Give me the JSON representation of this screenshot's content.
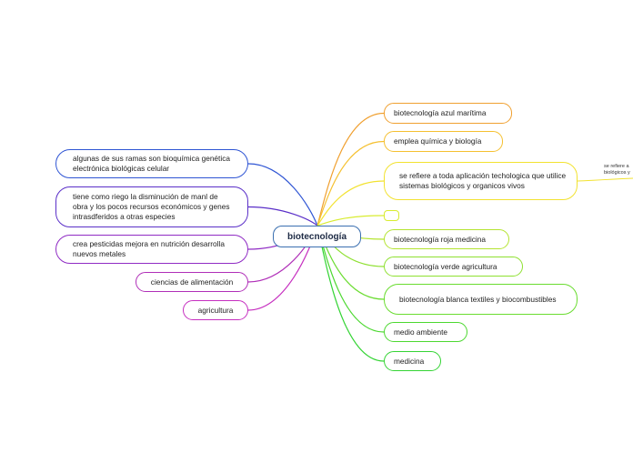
{
  "central": {
    "label": "biotecnología"
  },
  "left_branches": [
    {
      "label": "algunas de sus ramas son bioquímica genética electrónica biológicas celular",
      "color": "#2f55d4"
    },
    {
      "label": "tiene como riego la disminución de manl de obra y los pocos recursos económicos y genes intrasdferidos a otras especies",
      "color": "#5a2fc8"
    },
    {
      "label": "crea pesticidas mejora en nutrición desarrolla nuevos metales",
      "color": "#8f2bc4"
    },
    {
      "label": "ciencias de alimentación",
      "color": "#b02fb8"
    },
    {
      "label": "agricultura",
      "color": "#c62fc0"
    }
  ],
  "right_branches": [
    {
      "label": "biotecnología azul marítima",
      "color": "#f0a030"
    },
    {
      "label": "emplea química y biología",
      "color": "#f5c030"
    },
    {
      "label": "se refiere a toda aplicación techologica que utilice sistemas biológicos y organicos vivos",
      "color": "#f2e230"
    },
    {
      "label": "",
      "color": "#d8ec30"
    },
    {
      "label": "biotecnología roja medicina",
      "color": "#b4e430"
    },
    {
      "label": "biotecnología verde agricultura",
      "color": "#8ee030"
    },
    {
      "label": "biotecnología blanca textiles y biocombustibles",
      "color": "#6adc30"
    },
    {
      "label": "medio ambiente",
      "color": "#4cd830"
    },
    {
      "label": "medicina",
      "color": "#34d434"
    }
  ],
  "clipped_note": {
    "label": "se refiere a\nbiológicos y",
    "color": "#f2e230"
  }
}
